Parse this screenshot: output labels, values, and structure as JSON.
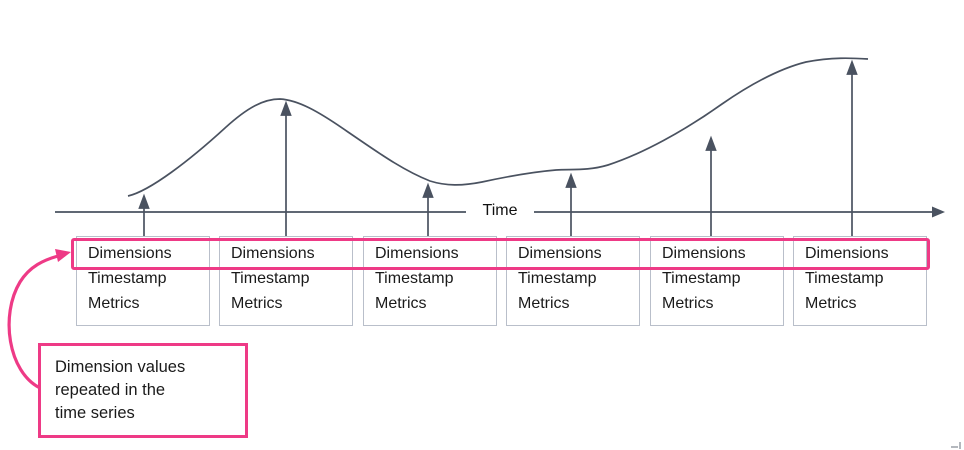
{
  "diagram": {
    "axis_label": "Time"
  },
  "record_boxes": {
    "items": [
      {
        "dimensions": "Dimensions",
        "timestamp": "Timestamp",
        "metrics": "Metrics"
      },
      {
        "dimensions": "Dimensions",
        "timestamp": "Timestamp",
        "metrics": "Metrics"
      },
      {
        "dimensions": "Dimensions",
        "timestamp": "Timestamp",
        "metrics": "Metrics"
      },
      {
        "dimensions": "Dimensions",
        "timestamp": "Timestamp",
        "metrics": "Metrics"
      },
      {
        "dimensions": "Dimensions",
        "timestamp": "Timestamp",
        "metrics": "Metrics"
      },
      {
        "dimensions": "Dimensions",
        "timestamp": "Timestamp",
        "metrics": "Metrics"
      }
    ]
  },
  "callout": {
    "lines": [
      "Dimension values",
      "repeated in the",
      "time series"
    ]
  },
  "colors": {
    "accent_pink": "#ee3a86",
    "stroke_dark": "#4a5260",
    "box_border": "#b9bfca"
  }
}
